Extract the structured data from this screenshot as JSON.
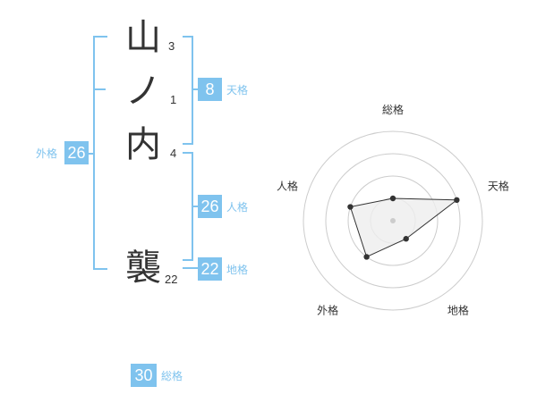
{
  "name": {
    "chars": [
      {
        "char": "山",
        "strokes": "3"
      },
      {
        "char": "ノ",
        "strokes": "1"
      },
      {
        "char": "内",
        "strokes": "4"
      },
      {
        "char": "襲",
        "strokes": "22"
      }
    ]
  },
  "kaku": {
    "tenkaku": {
      "value": "8",
      "label": "天格"
    },
    "jinkaku": {
      "value": "26",
      "label": "人格"
    },
    "chikaku": {
      "value": "22",
      "label": "地格"
    },
    "gaikaku": {
      "value": "26",
      "label": "外格"
    },
    "soukaku": {
      "value": "30",
      "label": "総格"
    }
  },
  "chart_data": {
    "type": "radar",
    "axes": [
      "総格",
      "天格",
      "地格",
      "外格",
      "人格"
    ],
    "rings": 4,
    "max": 4,
    "values": [
      1,
      3,
      1,
      2,
      2
    ],
    "colors": {
      "accent": "#7fc3ee",
      "fill": "#eeeeee",
      "line": "#333333",
      "ring": "#cccccc"
    }
  }
}
